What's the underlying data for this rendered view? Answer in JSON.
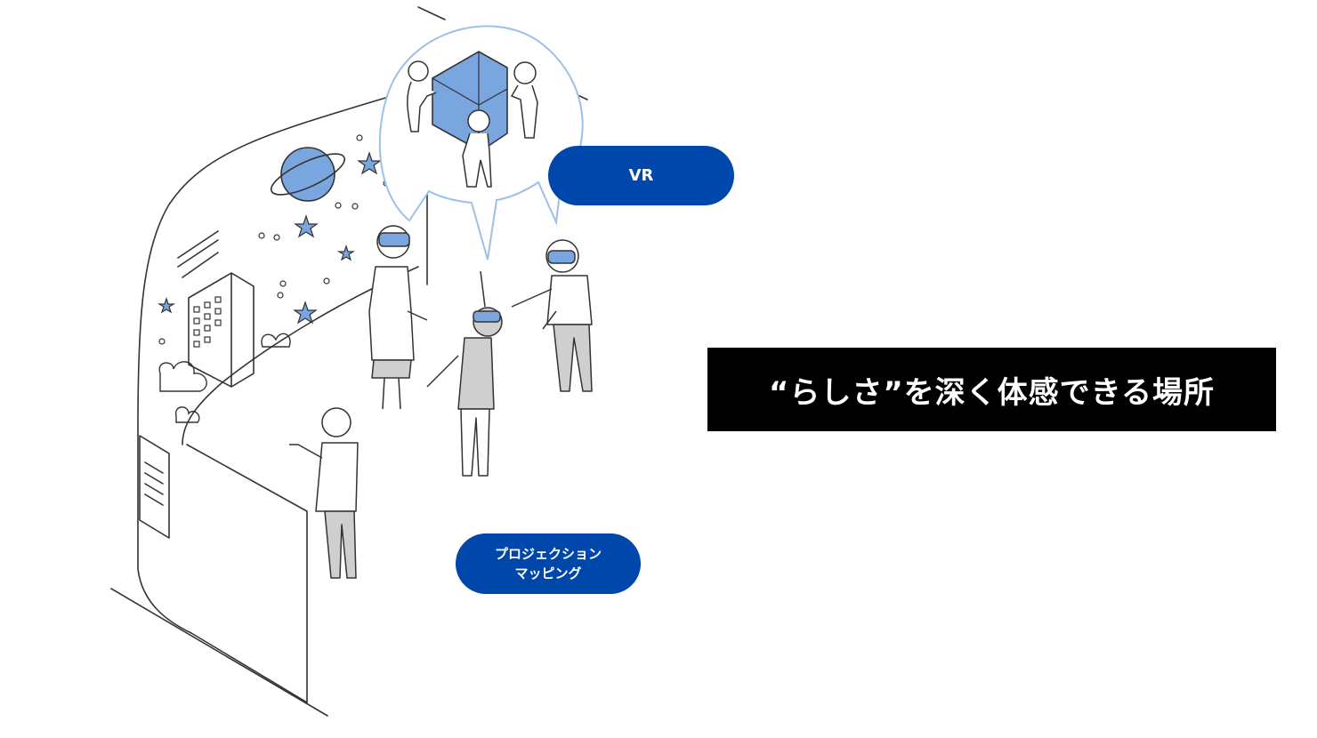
{
  "labels": {
    "vr": "VR",
    "projection_line1": "プロジェクション",
    "projection_line2": "マッピング"
  },
  "tagline": "“らしさ”を深く体感できる場所",
  "colors": {
    "accent_blue": "#0047AB",
    "illustration_blue": "#7AA6E0",
    "bubble_outline": "#9DC0E8",
    "tagline_bg": "#000000",
    "figure_gray": "#CFCFCF"
  },
  "icons": [
    "planet-icon",
    "star-icon",
    "building-icon",
    "vr-headset-icon",
    "person-icon"
  ]
}
